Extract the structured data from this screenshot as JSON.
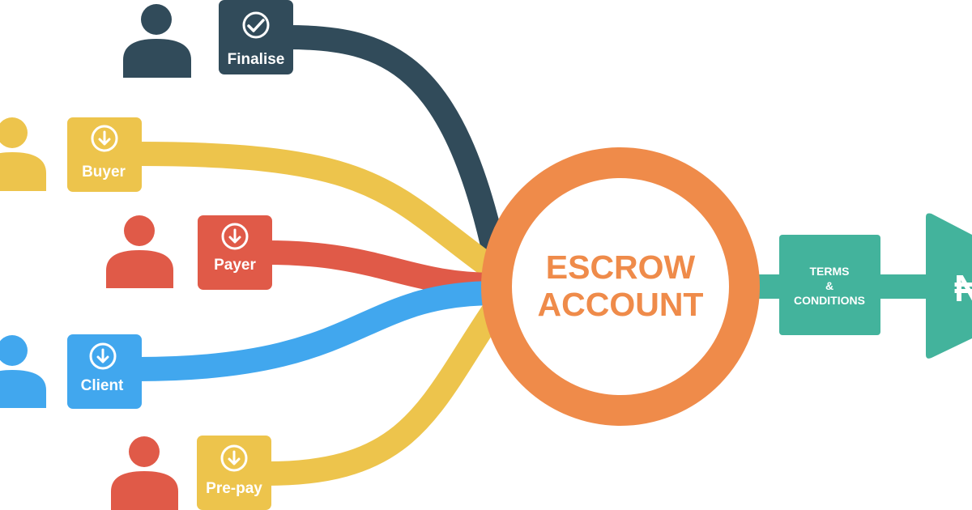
{
  "colors": {
    "navy": "#314b5a",
    "yellow": "#edc44c",
    "red": "#e05a48",
    "blue": "#41a7ee",
    "orange": "#ef8b4a",
    "teal": "#43b39c",
    "white": "#ffffff"
  },
  "nodes": [
    {
      "id": "finalise",
      "label": "Finalise",
      "icon": "check-icon",
      "color": "#314b5a"
    },
    {
      "id": "buyer",
      "label": "Buyer",
      "icon": "download-arrow-icon",
      "color": "#edc44c"
    },
    {
      "id": "payer",
      "label": "Payer",
      "icon": "download-arrow-icon",
      "color": "#e05a48"
    },
    {
      "id": "client",
      "label": "Client",
      "icon": "download-arrow-icon",
      "color": "#41a7ee"
    },
    {
      "id": "prepay",
      "label": "Pre-pay",
      "icon": "download-arrow-icon",
      "color": "#edc44c"
    }
  ],
  "center": {
    "line1": "ESCROW",
    "line2": "ACCOUNT",
    "color": "#ef8b4a"
  },
  "terms": {
    "line1": "TERMS",
    "line2": "&",
    "line3": "CONDITIONS",
    "color": "#43b39c"
  },
  "output": {
    "symbol": "₦",
    "color": "#43b39c"
  }
}
